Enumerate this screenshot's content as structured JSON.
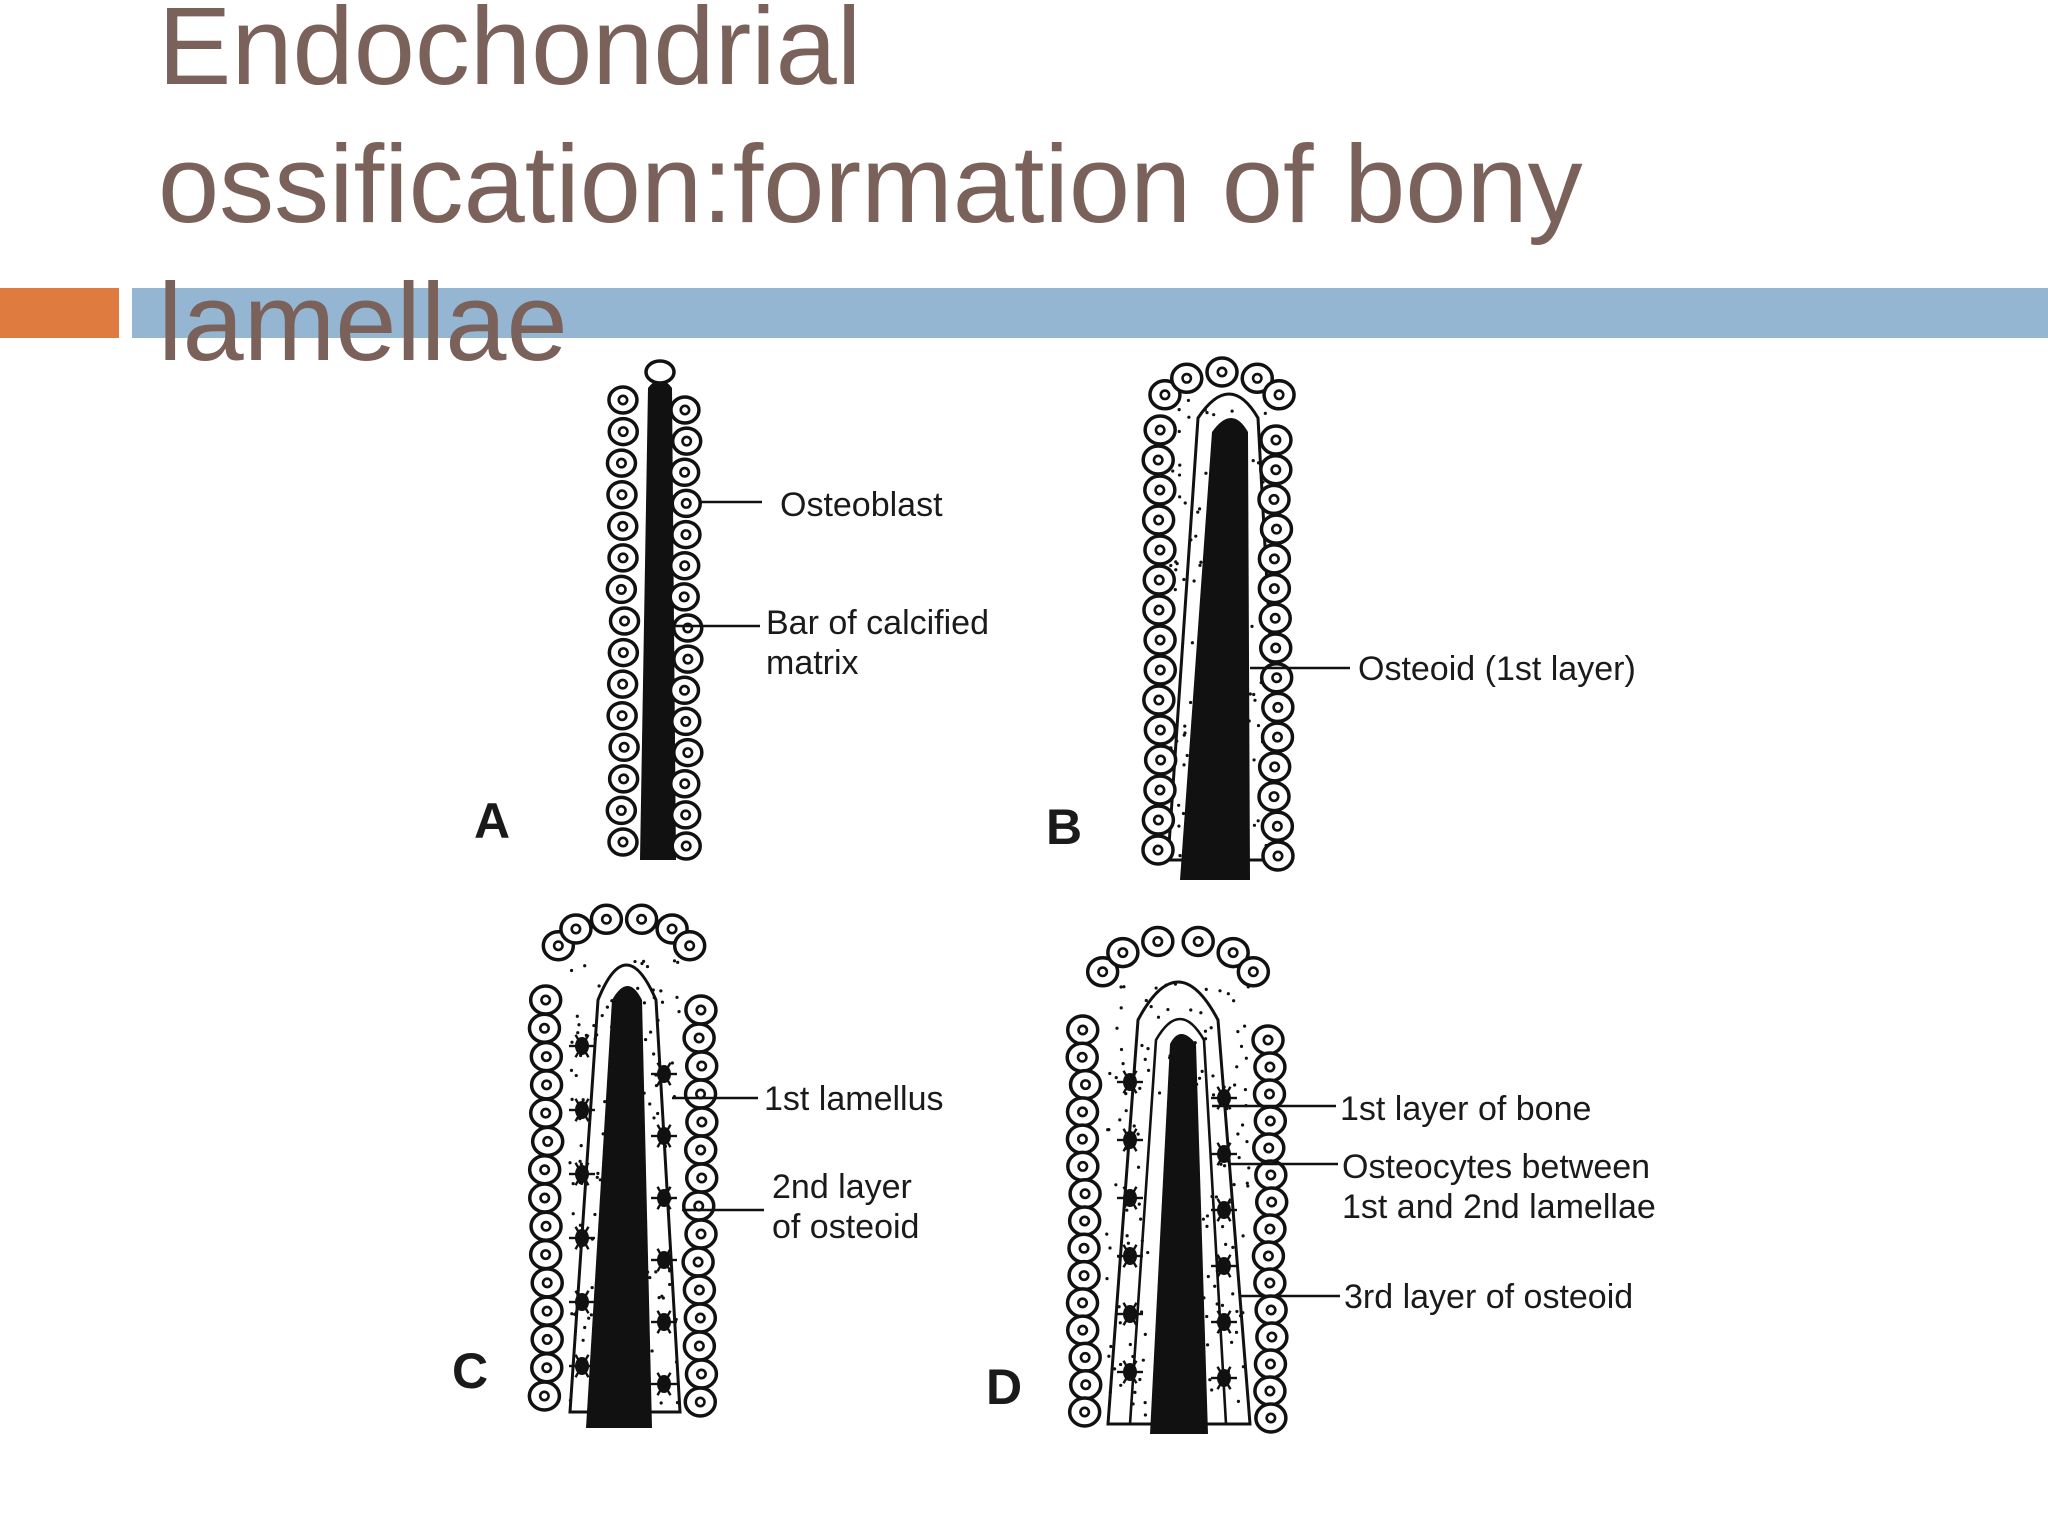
{
  "slide": {
    "title": "Endochondrial ossification:formation of bony lamellae",
    "colors": {
      "title": "#7a625b",
      "accent_orange": "#e07b40",
      "accent_blue": "#94b6d2",
      "ink": "#111111"
    }
  },
  "diagram": {
    "panels": [
      {
        "letter": "A",
        "labels": [
          "Osteoblast",
          "Bar of calcified",
          "matrix"
        ]
      },
      {
        "letter": "B",
        "labels": [
          "Osteoid (1st layer)"
        ]
      },
      {
        "letter": "C",
        "labels": [
          "1st lamellus",
          "2nd layer",
          "of osteoid"
        ]
      },
      {
        "letter": "D",
        "labels": [
          "1st layer of bone",
          "Osteocytes between",
          "1st and 2nd lamellae",
          "3rd layer of osteoid"
        ]
      }
    ]
  }
}
